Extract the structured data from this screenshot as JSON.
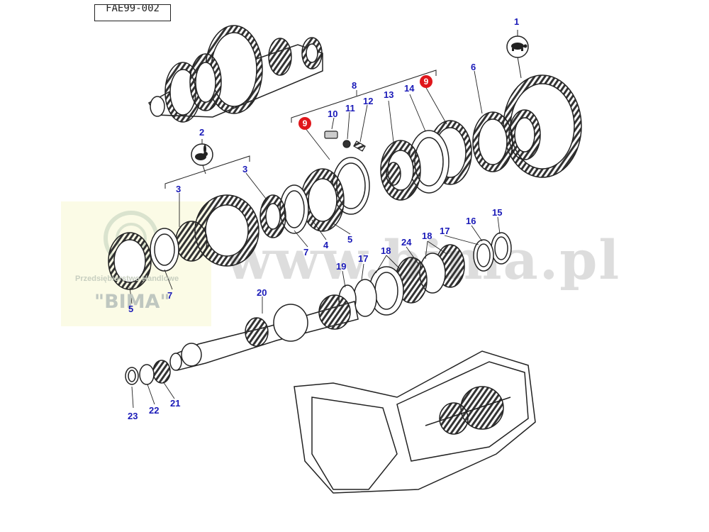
{
  "drawing": {
    "reference": "FAE99-002",
    "watermark_url": "www.bima.pl",
    "logo": {
      "company_text": "Przedsiębiorstwo Handlowe",
      "name": "\"BIMA\""
    },
    "colors": {
      "callout": "#1a1ab8",
      "highlight": "#e0161b",
      "line": "#222222"
    },
    "icons": {
      "slow_range": "turtle-icon",
      "fast_range": "rabbit-icon"
    },
    "callouts": [
      {
        "id": "c1",
        "label": "1"
      },
      {
        "id": "c2",
        "label": "2"
      },
      {
        "id": "c3a",
        "label": "3"
      },
      {
        "id": "c3b",
        "label": "3"
      },
      {
        "id": "c4",
        "label": "4"
      },
      {
        "id": "c5a",
        "label": "5"
      },
      {
        "id": "c5b",
        "label": "5"
      },
      {
        "id": "c6",
        "label": "6"
      },
      {
        "id": "c7a",
        "label": "7"
      },
      {
        "id": "c7b",
        "label": "7"
      },
      {
        "id": "c8",
        "label": "8"
      },
      {
        "id": "c10",
        "label": "10"
      },
      {
        "id": "c11",
        "label": "11"
      },
      {
        "id": "c12",
        "label": "12"
      },
      {
        "id": "c13",
        "label": "13"
      },
      {
        "id": "c14",
        "label": "14"
      },
      {
        "id": "c15",
        "label": "15"
      },
      {
        "id": "c16",
        "label": "16"
      },
      {
        "id": "c17a",
        "label": "17"
      },
      {
        "id": "c17b",
        "label": "17"
      },
      {
        "id": "c18a",
        "label": "18"
      },
      {
        "id": "c18b",
        "label": "18"
      },
      {
        "id": "c19",
        "label": "19"
      },
      {
        "id": "c20",
        "label": "20"
      },
      {
        "id": "c21",
        "label": "21"
      },
      {
        "id": "c22",
        "label": "22"
      },
      {
        "id": "c23",
        "label": "23"
      },
      {
        "id": "c24",
        "label": "24"
      }
    ],
    "highlighted_callouts": [
      {
        "id": "c9a",
        "label": "9"
      },
      {
        "id": "c9b",
        "label": "9"
      }
    ]
  }
}
